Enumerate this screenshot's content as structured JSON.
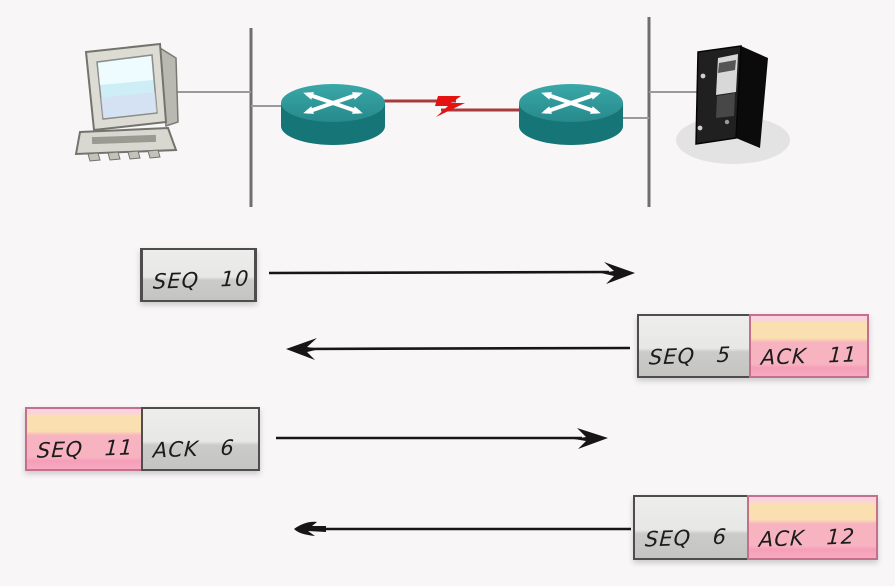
{
  "diagram": {
    "type": "tcp-sequence-acknowledgment-exchange",
    "background_color": "#f8f6f7",
    "topology": {
      "nodes": [
        {
          "id": "host-pc",
          "icon": "pc-icon"
        },
        {
          "id": "router-1",
          "icon": "router-icon"
        },
        {
          "id": "router-2",
          "icon": "router-icon"
        },
        {
          "id": "server",
          "icon": "server-icon"
        }
      ],
      "links": [
        {
          "from": "host-pc",
          "to": "segment-line-left",
          "type": "ethernet"
        },
        {
          "from": "segment-line-left",
          "to": "router-1",
          "type": "ethernet"
        },
        {
          "from": "router-1",
          "to": "router-2",
          "type": "serial",
          "icon": "lightning-bolt-icon"
        },
        {
          "from": "router-2",
          "to": "segment-line-right",
          "type": "ethernet"
        },
        {
          "from": "segment-line-right",
          "to": "server",
          "type": "ethernet"
        }
      ]
    },
    "colors": {
      "router_teal": "#2f9a9b",
      "router_teal_dark": "#157577",
      "serial_link_red": "#a83a3a",
      "bolt_red": "#e51212",
      "seq_cell_gray_top": "#ededeb",
      "seq_cell_gray_bottom": "#c4c4c2",
      "ack_cell_pink": "#f8b3c1",
      "ack_cell_peach": "#fadfb0",
      "arrow_black": "#161616",
      "segment_line_gray": "#6f6f6f"
    },
    "messages": [
      {
        "row": 1,
        "direction": "right",
        "cells": [
          {
            "label": "SEQ 10",
            "style": "gray"
          }
        ]
      },
      {
        "row": 2,
        "direction": "left",
        "cells": [
          {
            "label": "SEQ 5",
            "style": "gray"
          },
          {
            "label": "ACK 11",
            "style": "pink"
          }
        ]
      },
      {
        "row": 3,
        "direction": "right",
        "cells": [
          {
            "label": "SEQ 11",
            "style": "pink"
          },
          {
            "label": "ACK 6",
            "style": "gray"
          }
        ]
      },
      {
        "row": 4,
        "direction": "left",
        "cells": [
          {
            "label": "SEQ 6",
            "style": "gray"
          },
          {
            "label": "ACK 12",
            "style": "pink"
          }
        ]
      }
    ]
  }
}
